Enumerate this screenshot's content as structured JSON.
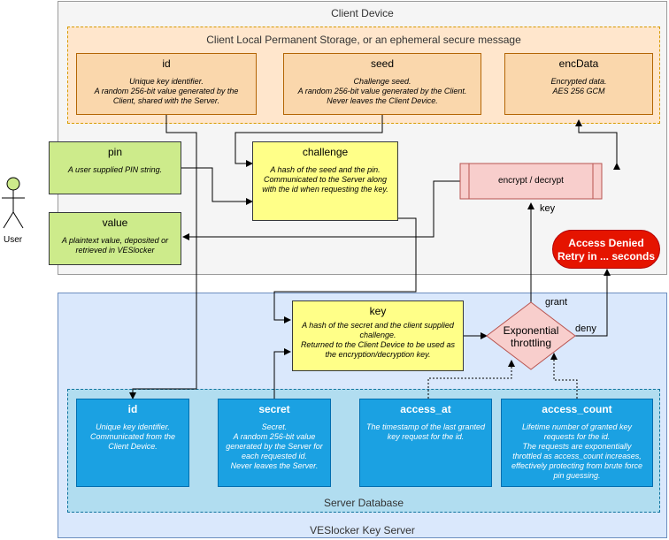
{
  "client": {
    "title": "Client Device",
    "storage_title": "Client Local Permanent Storage, or an ephemeral secure message",
    "id": {
      "title": "id",
      "desc": "Unique key identifier.\nA random 256-bit value generated by the Client, shared with the Server."
    },
    "seed": {
      "title": "seed",
      "desc": "Challenge seed.\nA random 256-bit value generated by the Client. Never leaves the Client Device."
    },
    "encdata": {
      "title": "encData",
      "desc": "Encrypted data.\nAES 256 GCM"
    },
    "pin": {
      "title": "pin",
      "desc": "A user supplied  PIN string."
    },
    "value": {
      "title": "value",
      "desc": "A plaintext value, deposited or retrieved in VESlocker"
    },
    "challenge": {
      "title": "challenge",
      "desc": "A hash of the seed and the pin. Communicated to the Server along with the id when requesting the key."
    },
    "encrypt": "encrypt / decrypt",
    "key_label": "key",
    "denied": "Access Denied\nRetry in ... seconds"
  },
  "user": {
    "label": "User"
  },
  "server": {
    "title": "VESlocker Key Server",
    "db_title": "Server Database",
    "key": {
      "title": "key",
      "desc": "A hash of the secret and the client supplied challenge.\nReturned to the Client Device to be used as the encryption/decryption key."
    },
    "throttle": "Exponential\nthrottling",
    "grant": "grant",
    "deny": "deny",
    "id": {
      "title": "id",
      "desc": "Unique key identifier.\nCommunicated from the Client Device."
    },
    "secret": {
      "title": "secret",
      "desc": "Secret.\nA random 256-bit value generated by the Server for each requested id.\nNever leaves the Server."
    },
    "access_at": {
      "title": "access_at",
      "desc": "The timestamp of the last granted key request for the id."
    },
    "access_count": {
      "title": "access_count",
      "desc": "Lifetime number of granted key requests for the id.\nThe requests are exponentially throttled as access_count increases, effectively protecting from brute force pin guessing."
    }
  },
  "colors": {
    "orange": "#fad7ac",
    "green": "#cdeb8b",
    "yellow": "#ffff88",
    "blue": "#1ba1e2",
    "pink": "#f8cecc",
    "red": "#e51400"
  }
}
